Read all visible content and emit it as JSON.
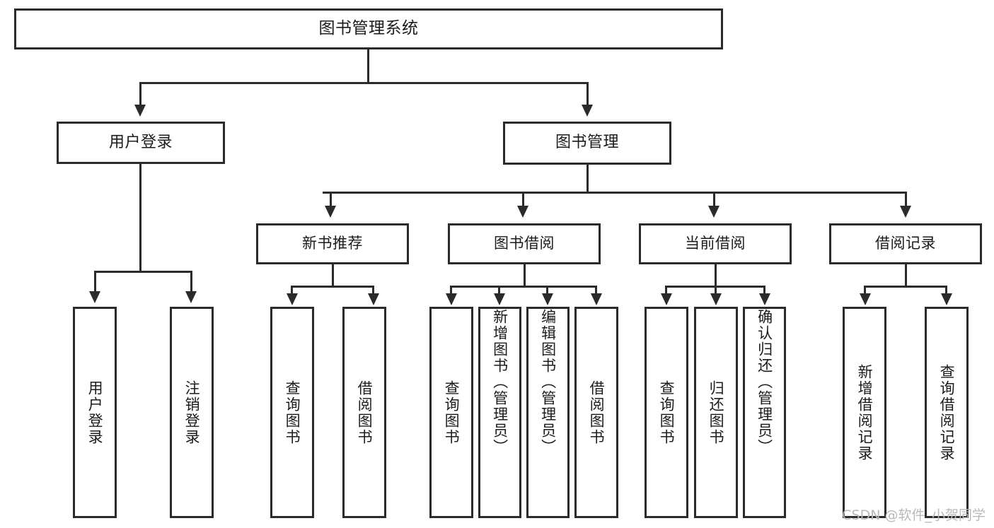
{
  "diagram": {
    "title": "图书管理系统",
    "type": "tree",
    "watermark": "CSDN @软件_小贺同学",
    "colors": {
      "stroke": "#2b2b2b",
      "fill": "#ffffff",
      "text": "#1b1b1b",
      "watermark": "#b9b9b9"
    },
    "root": {
      "label": "图书管理系统"
    },
    "level2": [
      {
        "label": "用户登录"
      },
      {
        "label": "图书管理"
      }
    ],
    "level3": [
      {
        "label": "新书推荐"
      },
      {
        "label": "图书借阅"
      },
      {
        "label": "当前借阅"
      },
      {
        "label": "借阅记录"
      }
    ],
    "leaves": {
      "user_login": [
        {
          "label": "用户登录"
        },
        {
          "label": "注销登录"
        }
      ],
      "new_book": [
        {
          "label": "查询图书"
        },
        {
          "label": "借阅图书"
        }
      ],
      "book_borrow": [
        {
          "label": "查询图书"
        },
        {
          "label": "新增图书（管理员）"
        },
        {
          "label": "编辑图书（管理员）"
        },
        {
          "label": "借阅图书"
        }
      ],
      "current_borrow": [
        {
          "label": "查询图书"
        },
        {
          "label": "归还图书"
        },
        {
          "label": "确认归还（管理员）"
        }
      ],
      "borrow_record": [
        {
          "label": "新增借阅记录"
        },
        {
          "label": "查询借阅记录"
        }
      ]
    }
  }
}
